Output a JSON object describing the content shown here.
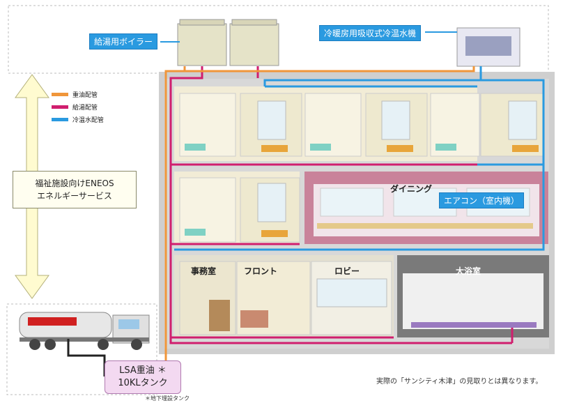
{
  "labels": {
    "boiler": "給湯用ボイラー",
    "chiller": "冷暖房用吸収式冷温水機",
    "dining": "ダイニング",
    "aircon": "エアコン（室内機）",
    "office": "事務室",
    "front": "フロント",
    "lobby": "ロビー",
    "bath": "大浴室",
    "service_line1": "福祉施設向けENEOS",
    "service_line2": "エネルギーサービス",
    "tank_line1": "LSA重油",
    "tank_line2": "10KLタンク",
    "tank_mark": "＊",
    "tank_footnote": "＊地下埋設タンク",
    "note": "実際の「サンシティ木津」の見取りとは異なります。"
  },
  "legend": [
    {
      "label": "重油配管",
      "color": "#f0963a"
    },
    {
      "label": "給湯配管",
      "color": "#d01e6e"
    },
    {
      "label": "冷温水配管",
      "color": "#2a9ae0"
    }
  ],
  "colors": {
    "oil": "#f0963a",
    "hot_water": "#d01e6e",
    "chilled": "#2a9ae0",
    "building": "#c8c8c8",
    "dining_wall": "#c9829a"
  },
  "icons": {
    "arrow": "double-headed-arrow-icon",
    "truck": "tanker-truck-icon",
    "boiler": "boiler-unit-icon",
    "chiller": "chiller-unit-icon"
  }
}
